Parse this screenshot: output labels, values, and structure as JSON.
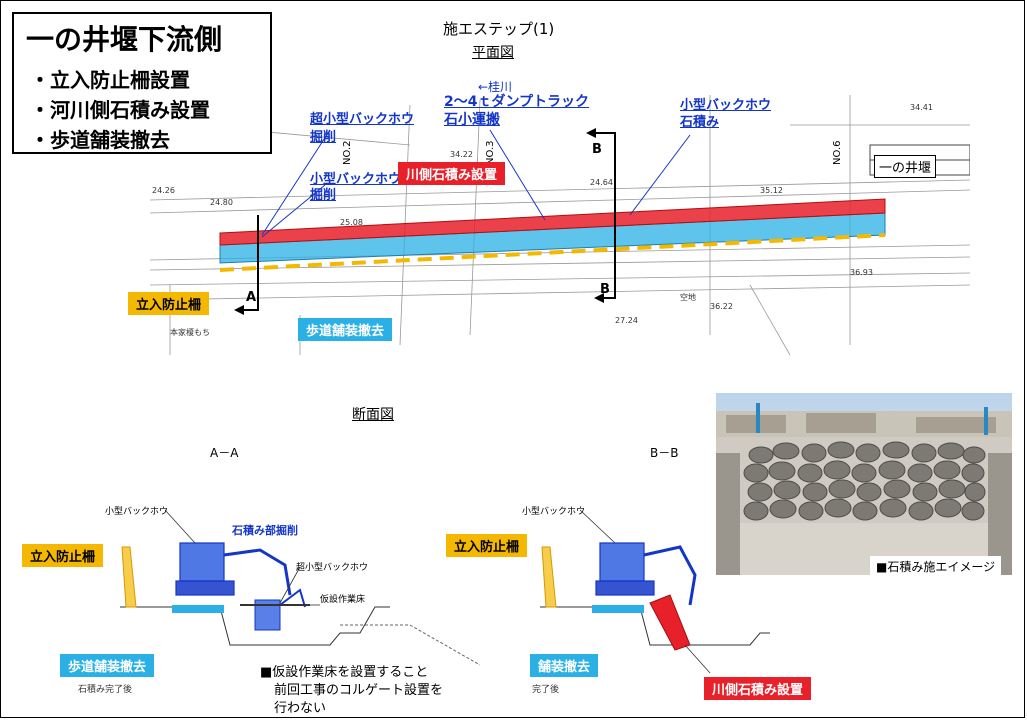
{
  "title_box": {
    "heading": "一の井堰下流側",
    "bullets": [
      "・立入防止柵設置",
      "・河川側石積み設置",
      "・歩道舗装撤去"
    ]
  },
  "header": {
    "step": "施エステップ(1)",
    "plan": "平面図",
    "section": "断面図"
  },
  "plan_labels": {
    "ultra_backhoe": "超小型バックホウ",
    "excavation": "掘削",
    "small_backhoe": "小型バックホウ",
    "katsura_river": "←桂川",
    "dump_truck": "2～4ｔダンプトラック",
    "stone_transport": "石小運搬",
    "small_backhoe_right": "小型バックホウ",
    "stone_pile": "石積み",
    "weir": "一の井堰",
    "river_stone": "川側石積み設置",
    "fence": "立入防止柵",
    "sidewalk": "歩道舗装撤去",
    "sec_a": "A",
    "sec_b_top": "B",
    "sec_b_bottom": "B",
    "no2": "NO.2",
    "no3": "NO.3",
    "no6": "NO.6"
  },
  "section_a": {
    "label": "A－A",
    "backhoe": "小型バックホウ",
    "stone_exc": "石積み部掘削",
    "ultra": "超小型バックホウ",
    "platform": "仮設作業床",
    "fence": "立入防止柵",
    "sidewalk": "歩道舗装撤去",
    "after": "石積み完了後"
  },
  "section_b": {
    "label": "B－B",
    "backhoe": "小型バックホウ",
    "fence": "立入防止柵",
    "sidewalk": "舗装撤去",
    "after": "完了後",
    "river_stone": "川側石積み設置"
  },
  "note": {
    "line1": "■仮設作業床を設置すること",
    "line2": "前回工事のコルゲート設置を",
    "line3": "行わない"
  },
  "photo": {
    "caption": "■石積み施エイメージ"
  },
  "colors": {
    "orange": "#f5b800",
    "blue": "#2ab0e4",
    "red": "#e8202a",
    "note_blue": "#1436c8"
  }
}
